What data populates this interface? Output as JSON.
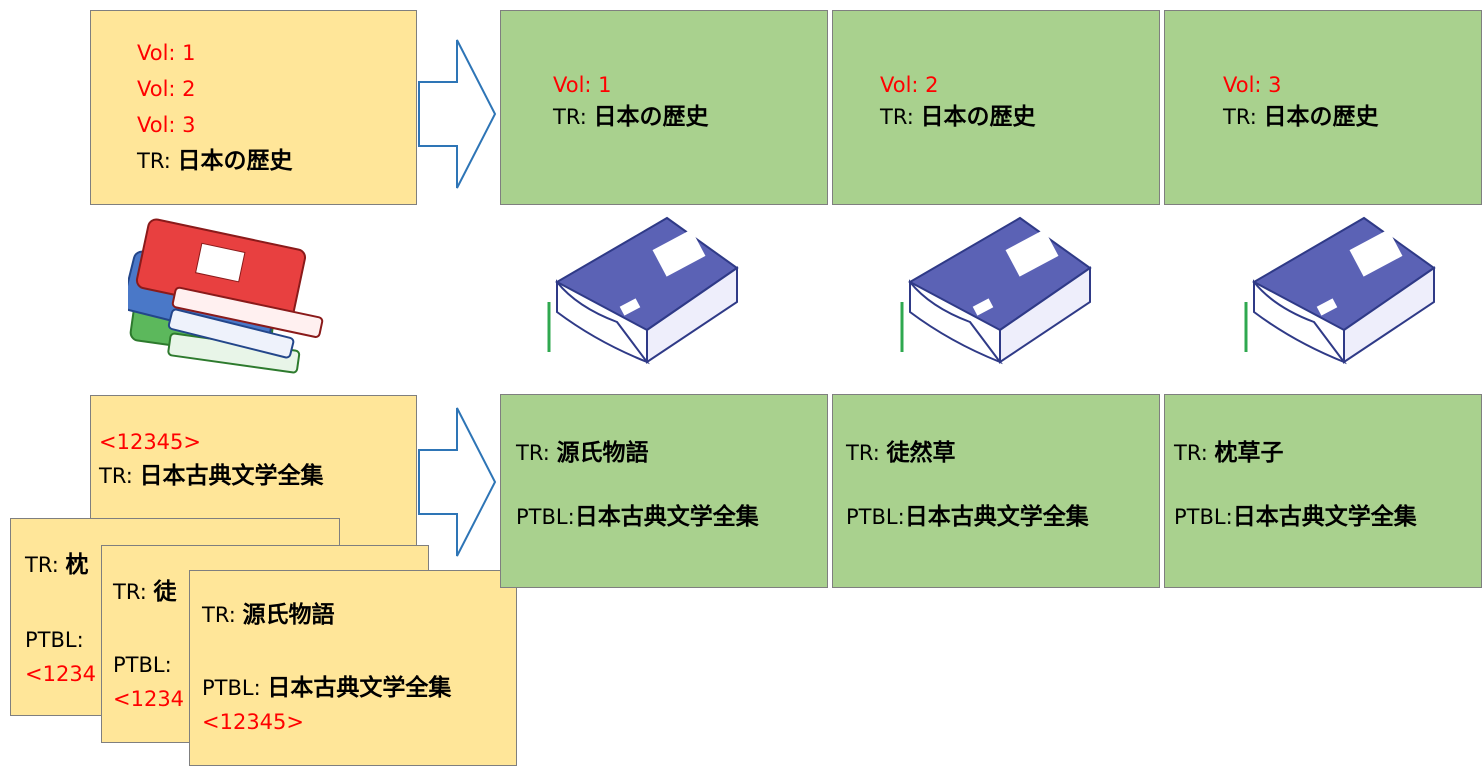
{
  "colors": {
    "source_box": "#ffe699",
    "target_box": "#a9d18e",
    "volume_text": "#ff0000",
    "arrow_stroke": "#2e75b6"
  },
  "top": {
    "source": {
      "vols": [
        "Vol: 1",
        "Vol: 2",
        "Vol: 3"
      ],
      "tr_label": "TR:",
      "tr_title": "日本の歴史"
    },
    "targets": [
      {
        "vol": "Vol: 1",
        "tr_label": "TR:",
        "tr_title": "日本の歴史"
      },
      {
        "vol": "Vol: 2",
        "tr_label": "TR:",
        "tr_title": "日本の歴史"
      },
      {
        "vol": "Vol: 3",
        "tr_label": "TR:",
        "tr_title": "日本の歴史"
      }
    ]
  },
  "icons": {
    "source": "stacked-books-icon",
    "target": "single-book-icon"
  },
  "bottom": {
    "set_card": {
      "id": "<12345>",
      "tr_label": "TR:",
      "tr_title": "日本古典文学全集"
    },
    "stacked_cards": [
      {
        "tr_label": "TR:",
        "tr_title": "枕",
        "ptbl_label": "PTBL:",
        "id": "<1234"
      },
      {
        "tr_label": "TR:",
        "tr_title": "徒",
        "ptbl_label": "PTBL:",
        "id": "<1234"
      },
      {
        "tr_label": "TR:",
        "tr_title": "源氏物語",
        "ptbl_label": "PTBL:",
        "ptbl_title": "日本古典文学全集",
        "id": "<12345>"
      }
    ],
    "targets": [
      {
        "tr_label": "TR:",
        "tr_title": "源氏物語",
        "ptbl_label": "PTBL:",
        "ptbl_title": "日本古典文学全集"
      },
      {
        "tr_label": "TR:",
        "tr_title": "徒然草",
        "ptbl_label": "PTBL:",
        "ptbl_title": "日本古典文学全集"
      },
      {
        "tr_label": "TR:",
        "tr_title": "枕草子",
        "ptbl_label": "PTBL:",
        "ptbl_title": "日本古典文学全集"
      }
    ]
  }
}
